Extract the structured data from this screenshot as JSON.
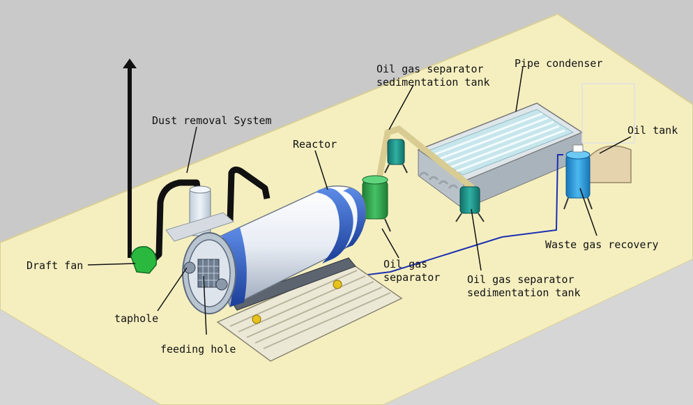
{
  "labels": {
    "dust_removal": "Dust removal System",
    "reactor": "Reactor",
    "sep_tank_top_line1": "Oil gas separator",
    "sep_tank_top_line2": "sedimentation tank",
    "pipe_condenser": "Pipe condenser",
    "oil_tank": "Oil tank",
    "draft_fan": "Draft fan",
    "taphole": "taphole",
    "feeding_hole": "feeding hole",
    "oil_gas_sep_line1": "Oil gas",
    "oil_gas_sep_line2": "separator",
    "sep_tank_bottom_line1": "Oil gas separator",
    "sep_tank_bottom_line2": "sedimentation tank",
    "waste_gas": "Waste gas recovery"
  },
  "colors": {
    "platform": "#f5efc0",
    "background": "#c9c9c9",
    "reactor_body": "#eef2f7",
    "reactor_band": "#2f5fc4",
    "separator_green": "#2fa84a",
    "tank_blue": "#2a9de0",
    "pipe_black": "#111111",
    "pipe_cream": "#e8dfb0"
  }
}
